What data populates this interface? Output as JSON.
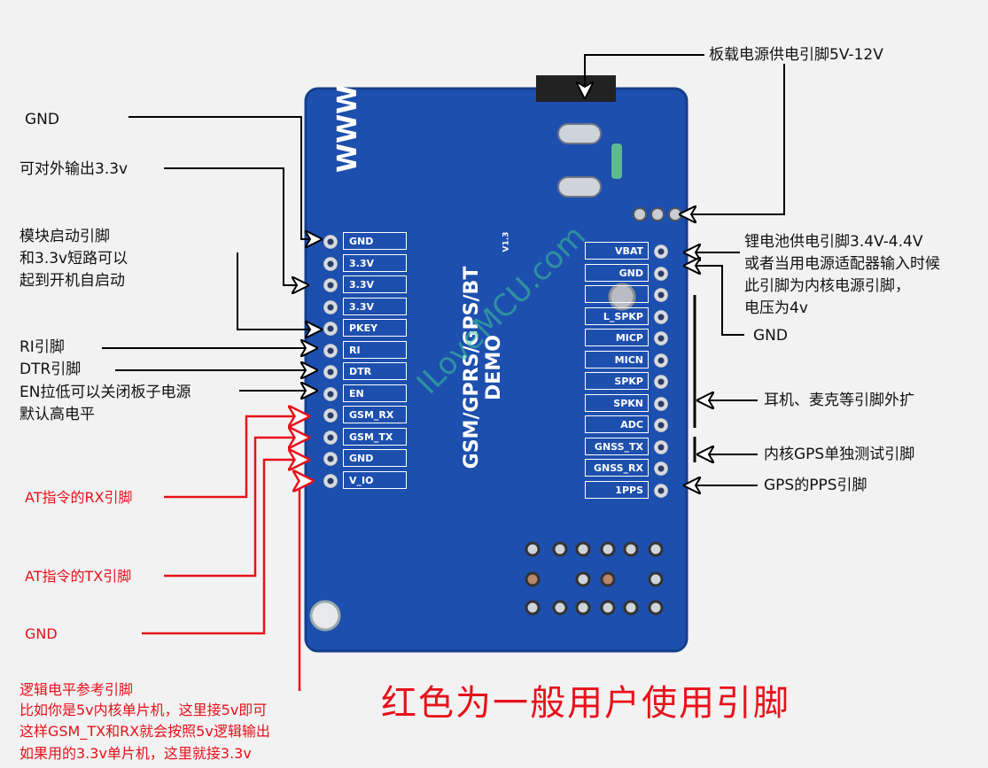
{
  "left_pins": [
    "GND",
    "3.3V",
    "3.3V",
    "3.3V",
    "PKEY",
    "RI",
    "DTR",
    "EN",
    "GSM_RX",
    "GSM_TX",
    "GND",
    "V_IO"
  ],
  "right_pins": [
    "VBAT",
    "GND",
    "",
    "L_SPKP",
    "MICP",
    "MICN",
    "SPKP",
    "SPKN",
    "ADC",
    "GNSS_TX",
    "GNSS_RX",
    "1PPS"
  ],
  "board_title": "GSM/GPRS/GPS/BT DEMO",
  "board_version": "V1.3",
  "watermark": "ILoveMCU.com",
  "labels_left": {
    "gnd_top": "GND",
    "out33": "可对外输出3.3v",
    "start_l1": "模块启动引脚",
    "start_l2": "和3.3v短路可以",
    "start_l3": "起到开机自启动",
    "ri": "RI引脚",
    "dtr": "DTR引脚",
    "en_l1": "EN拉低可以关闭板子电源",
    "en_l2": "默认高电平"
  },
  "labels_red": {
    "rx": "AT指令的RX引脚",
    "tx": "AT指令的TX引脚",
    "gnd": "GND",
    "vio_l1": "逻辑电平参考引脚",
    "vio_l2": "比如你是5v内核单片机，这里接5v即可",
    "vio_l3": "这样GSM_TX和RX就会按照5v逻辑输出",
    "vio_l4": "如果用的3.3v单片机，这里就接3.3v",
    "footer": "红色为一般用户使用引脚"
  },
  "labels_right": {
    "power": "板载电源供电引脚5V-12V",
    "vbat_l1": "锂电池供电引脚3.4V-4.4V",
    "vbat_l2": "或者当用电源适配器输入时候",
    "vbat_l3": "此引脚为内核电源引脚，",
    "vbat_l4": "电压为4v",
    "gnd": "GND",
    "audio": "耳机、麦克等引脚外扩",
    "gnss": "内核GPS单独测试引脚",
    "pps": "GPS的PPS引脚"
  },
  "colors": {
    "board": "#1d4fae",
    "red": "#e8101a",
    "background": "#f2f2f2"
  }
}
